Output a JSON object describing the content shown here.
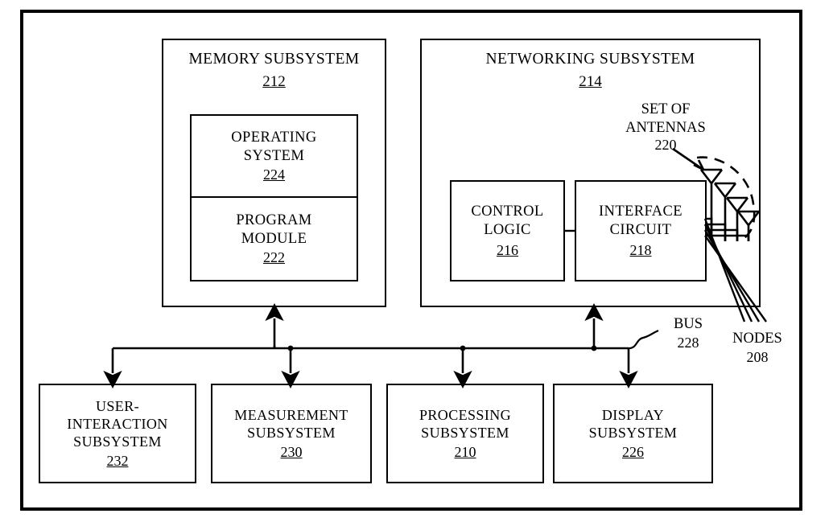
{
  "figure": {
    "type": "patent-block-diagram",
    "blocks": {
      "memory_subsystem": {
        "title": "MEMORY SUBSYSTEM",
        "ref": "212"
      },
      "operating_system": {
        "title": "OPERATING\nSYSTEM",
        "ref": "224"
      },
      "program_module": {
        "title": "PROGRAM\nMODULE",
        "ref": "222"
      },
      "networking_subsystem": {
        "title": "NETWORKING SUBSYSTEM",
        "ref": "214"
      },
      "control_logic": {
        "title": "CONTROL\nLOGIC",
        "ref": "216"
      },
      "interface_circuit": {
        "title": "INTERFACE\nCIRCUIT",
        "ref": "218"
      },
      "user_interaction_subsystem": {
        "title": "USER-\nINTERACTION\nSUBSYSTEM",
        "ref": "232"
      },
      "measurement_subsystem": {
        "title": "MEASUREMENT\nSUBSYSTEM",
        "ref": "230"
      },
      "processing_subsystem": {
        "title": "PROCESSING\nSUBSYSTEM",
        "ref": "210"
      },
      "display_subsystem": {
        "title": "DISPLAY\nSUBSYSTEM",
        "ref": "226"
      }
    },
    "callouts": {
      "set_of_antennas": {
        "title": "SET OF\nANTENNAS",
        "ref": "220"
      },
      "bus": {
        "title": "BUS",
        "ref": "228"
      },
      "nodes": {
        "title": "NODES",
        "ref": "208"
      }
    },
    "colors": {
      "ink": "#000000",
      "paper": "#ffffff"
    },
    "counts": {
      "antennas": 4,
      "nodes": 4
    }
  }
}
